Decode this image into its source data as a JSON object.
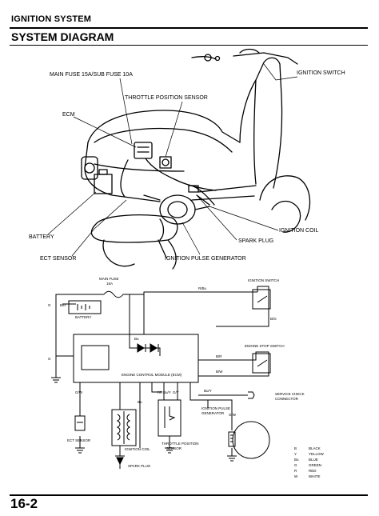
{
  "header": {
    "section": "IGNITION SYSTEM",
    "title": "SYSTEM DIAGRAM",
    "page_number": "16-2"
  },
  "pictorial": {
    "main_fuse": "MAIN FUSE 15A/SUB FUSE 10A",
    "ignition_switch": "IGNITION SWITCH",
    "throttle_position_sensor": "THROTTLE POSITION SENSOR",
    "ecm": "ECM",
    "ignition_coil": "IGNITION COIL",
    "battery": "BATTERY",
    "spark_plug": "SPARK PLUG",
    "ect_sensor": "ECT SENSOR",
    "ignition_pulse_generator": "IGNITION PULSE GENERATOR"
  },
  "schematic": {
    "main_fuse": "MAIN FUSE",
    "main_fuse_rating": "15A",
    "battery": "BATTERY",
    "ignition_switch": "IGNITION SWITCH",
    "engine_stop_switch": "ENGINE STOP SWITCH",
    "ecm": "ENGINE CONTROL MODULE (ECM)",
    "service_check_connector_1": "SERVICE CHECK",
    "service_check_connector_2": "CONNECTOR",
    "ignition_pulse_generator_1": "IGNITION PULSE",
    "ignition_pulse_generator_2": "GENERATOR",
    "ect_sensor": "ECT SENSOR",
    "ignition_coil": "IGNITION COIL",
    "throttle_position_sensor_1": "THROTTLE POSITION",
    "throttle_position_sensor_2": "SENSOR",
    "spark_plug": "SPARK PLUG",
    "wires": {
      "rbu": "R/Bu",
      "bg": "B/G",
      "bw": "B/W",
      "br": "B/R",
      "g": "G",
      "gw": "G/W",
      "byt": "Bu/Y",
      "yr": "Y/R",
      "bu": "Bu",
      "gy": "G/Y"
    }
  },
  "legend": [
    {
      "code": "B",
      "color": "BLACK"
    },
    {
      "code": "Y",
      "color": "YELLOW"
    },
    {
      "code": "Bu",
      "color": "BLUE"
    },
    {
      "code": "G",
      "color": "GREEN"
    },
    {
      "code": "R",
      "color": "RED"
    },
    {
      "code": "W",
      "color": "WHITE"
    }
  ]
}
